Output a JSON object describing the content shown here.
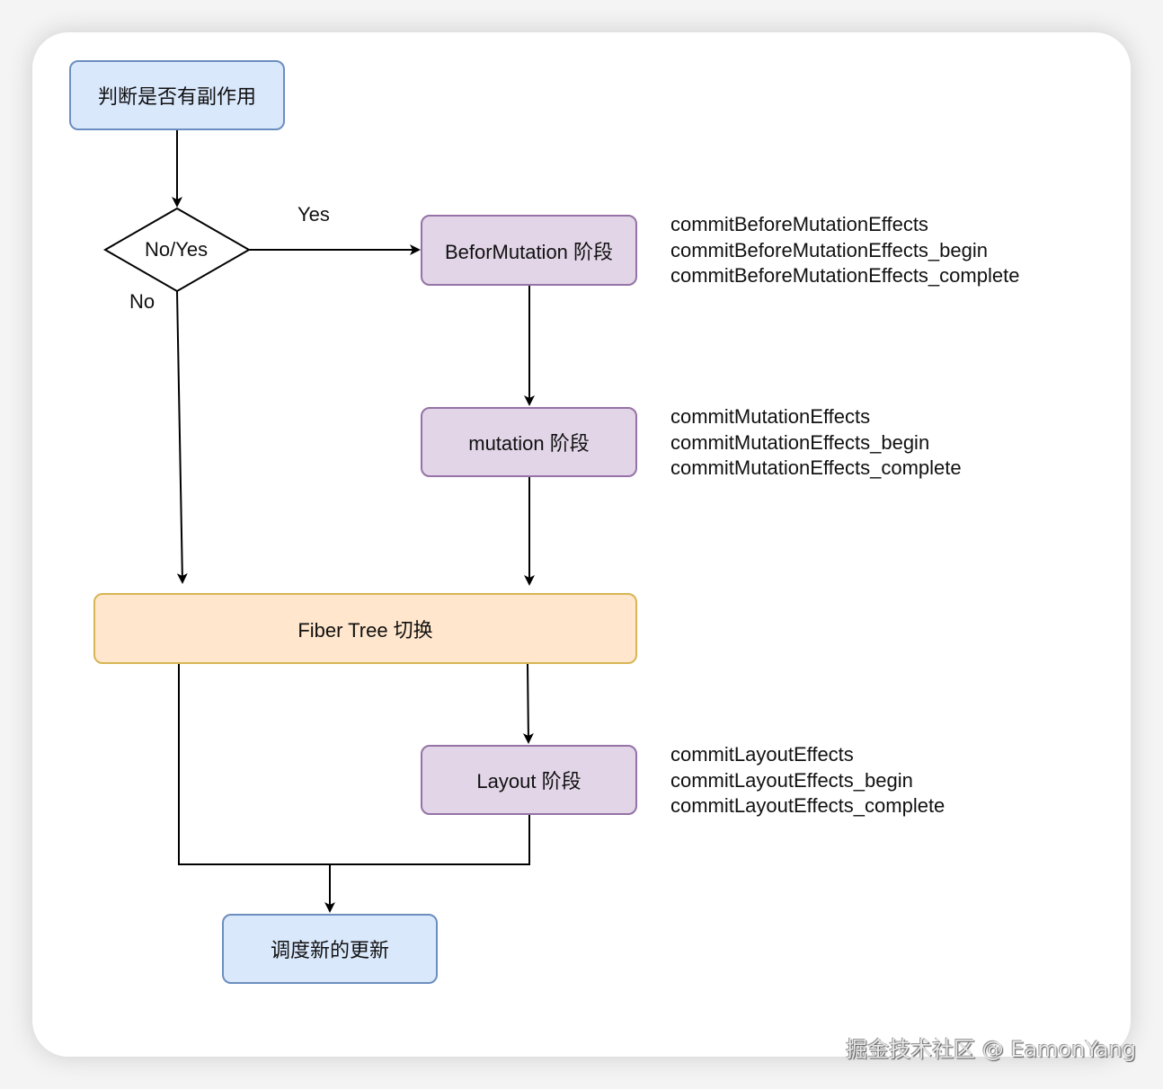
{
  "diagram": {
    "nodes": {
      "check_side_effect": "判断是否有副作用",
      "decision": "No/Yes",
      "before_mutation": "BeforMutation 阶段",
      "mutation": "mutation 阶段",
      "fiber_tree_switch": "Fiber Tree 切换",
      "layout": "Layout 阶段",
      "schedule_update": "调度新的更新"
    },
    "edge_labels": {
      "yes": "Yes",
      "no": "No"
    },
    "annotations": {
      "before_mutation": [
        "commitBeforeMutationEffects",
        "commitBeforeMutationEffects_begin",
        "commitBeforeMutationEffects_complete"
      ],
      "mutation": [
        "commitMutationEffects",
        "commitMutationEffects_begin",
        "commitMutationEffects_complete"
      ],
      "layout": [
        "commitLayoutEffects",
        "commitLayoutEffects_begin",
        "commitLayoutEffects_complete"
      ]
    },
    "edges": [
      {
        "from": "check_side_effect",
        "to": "decision"
      },
      {
        "from": "decision",
        "to": "before_mutation",
        "label": "Yes"
      },
      {
        "from": "decision",
        "to": "fiber_tree_switch",
        "label": "No"
      },
      {
        "from": "before_mutation",
        "to": "mutation"
      },
      {
        "from": "mutation",
        "to": "fiber_tree_switch"
      },
      {
        "from": "fiber_tree_switch",
        "to": "layout"
      },
      {
        "from": "fiber_tree_switch",
        "to": "schedule_update"
      },
      {
        "from": "layout",
        "to": "schedule_update"
      }
    ],
    "colors": {
      "blue_fill": "#dae8fc",
      "blue_stroke": "#6c8ebf",
      "purple_fill": "#e1d5e7",
      "purple_stroke": "#9673a6",
      "orange_fill": "#ffe6cc",
      "orange_stroke": "#d6b656"
    }
  },
  "watermark": "掘金技术社区 @ EamonYang"
}
